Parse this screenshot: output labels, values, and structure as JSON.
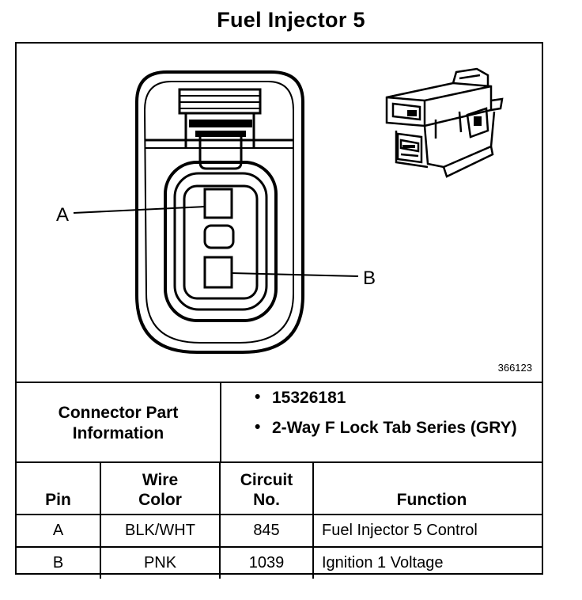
{
  "title": "Fuel Injector 5",
  "figure_number": "366123",
  "diagram": {
    "label_a": "A",
    "label_b": "B"
  },
  "connector_info": {
    "label": "Connector Part Information",
    "bullet": "•",
    "items": [
      "15326181",
      "2-Way F Lock Tab Series (GRY)"
    ]
  },
  "pin_table": {
    "headers": [
      "Pin",
      "Wire Color",
      "Circuit No.",
      "Function"
    ],
    "rows": [
      [
        "A",
        "BLK/WHT",
        "845",
        "Fuel Injector 5 Control"
      ],
      [
        "B",
        "PNK",
        "1039",
        "Ignition 1 Voltage"
      ]
    ]
  }
}
